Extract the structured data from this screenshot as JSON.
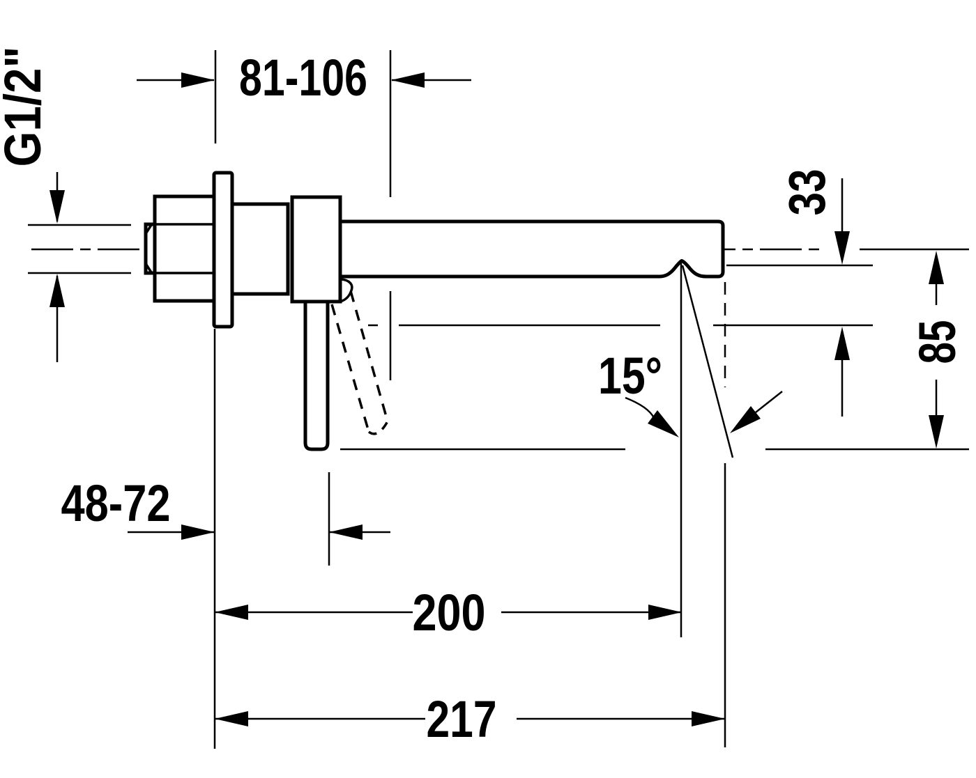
{
  "drawing": {
    "type": "technical-dimension-drawing",
    "subject": "wall-mounted single-lever basin mixer, side elevation",
    "background_color": "#ffffff",
    "line_color": "#000000",
    "dimensions": {
      "connection_thread": {
        "label": "G1/2\"",
        "meaning": "supply connection thread"
      },
      "concealed_depth_range": {
        "label": "81-106",
        "meaning": "installation depth range, top"
      },
      "outlet_offset": {
        "label": "33",
        "meaning": "vertical offset at spout outlet"
      },
      "outlet_height": {
        "label": "85",
        "meaning": "height from outlet reference down to lower reference"
      },
      "stream_angle": {
        "label": "15°",
        "meaning": "water stream angle from vertical"
      },
      "handle_depth_range": {
        "label": "48-72",
        "meaning": "wall to handle distance range"
      },
      "spout_projection": {
        "label": "200",
        "meaning": "wall plane to outlet"
      },
      "total_projection": {
        "label": "217",
        "meaning": "wall plane to spout tip"
      }
    }
  }
}
